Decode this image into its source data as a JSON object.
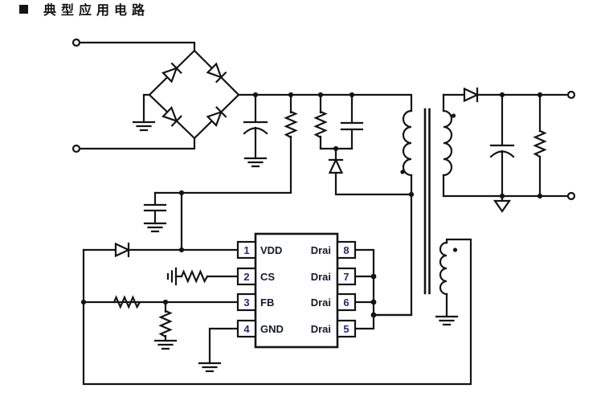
{
  "title": "典型应用电路",
  "ic": {
    "left_pins": [
      {
        "num": "1",
        "label": "VDD"
      },
      {
        "num": "2",
        "label": "CS"
      },
      {
        "num": "3",
        "label": "FB"
      },
      {
        "num": "4",
        "label": "GND"
      }
    ],
    "right_pins": [
      {
        "num": "8",
        "label": "Drai"
      },
      {
        "num": "7",
        "label": "Drai"
      },
      {
        "num": "6",
        "label": "Drai"
      },
      {
        "num": "5",
        "label": "Drai"
      }
    ]
  },
  "colors": {
    "wire": "#141414",
    "pin_number": "#1e2a78",
    "pin_label": "#16182e",
    "background": "#ffffff"
  }
}
